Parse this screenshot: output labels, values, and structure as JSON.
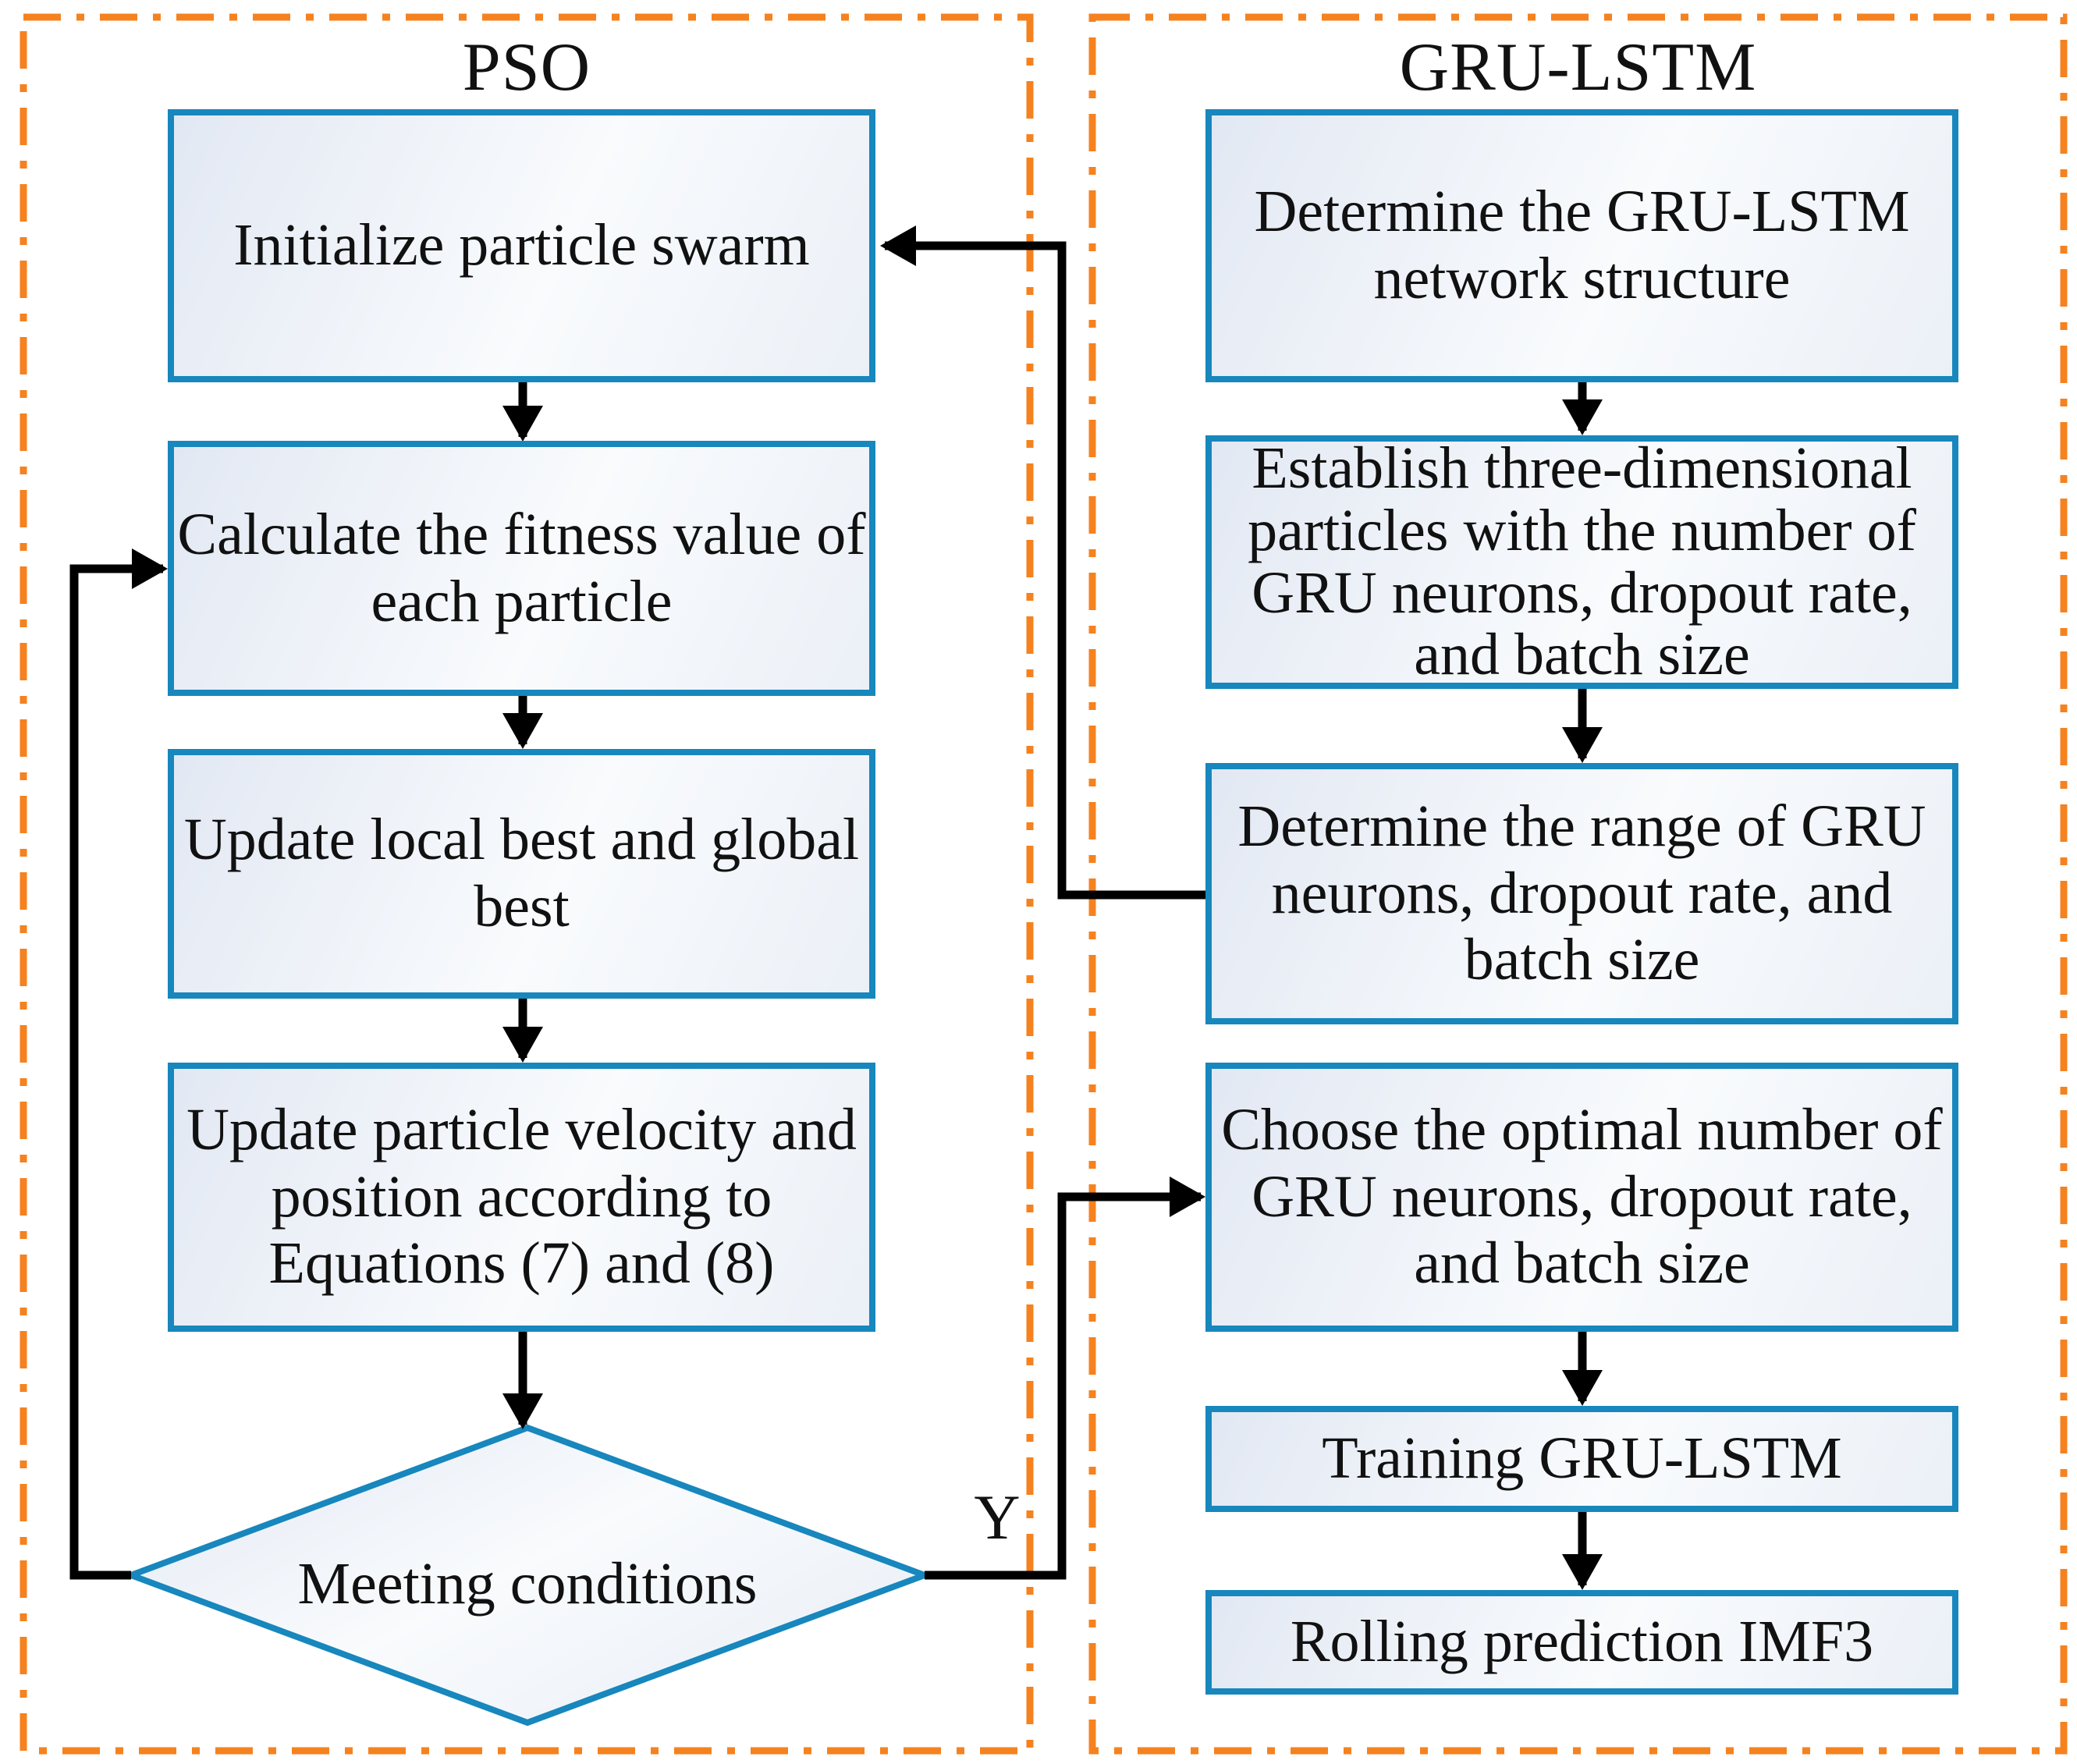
{
  "colors": {
    "panel-border": "#F5821F",
    "box-border": "#1787BD",
    "arrow": "#000000",
    "text": "#111111",
    "box-bg-a": "#e2e8f3",
    "box-bg-b": "#f9fbfd",
    "box-bg-c": "#ebf0f7"
  },
  "pso": {
    "title": "PSO",
    "steps": [
      {
        "label": "Initialize particle swarm"
      },
      {
        "label": "Calculate the fitness value of\neach particle"
      },
      {
        "label": "Update local best and global\nbest"
      },
      {
        "label": "Update particle velocity and\nposition according to\nEquations (7) and (8)"
      }
    ],
    "decision": {
      "label": "Meeting conditions",
      "yes_label": "Y"
    }
  },
  "gru": {
    "title": "GRU-LSTM",
    "steps": [
      {
        "label": "Determine the GRU-LSTM\nnetwork structure"
      },
      {
        "label": "Establish three-dimensional\nparticles with the number of\nGRU neurons, dropout rate,\nand batch size"
      },
      {
        "label": "Determine the range of GRU\nneurons, dropout rate, and\nbatch size"
      },
      {
        "label": "Choose the optimal number of\nGRU neurons, dropout rate,\nand batch size"
      },
      {
        "label": "Training GRU-LSTM"
      },
      {
        "label": "Rolling prediction IMF3"
      }
    ]
  }
}
